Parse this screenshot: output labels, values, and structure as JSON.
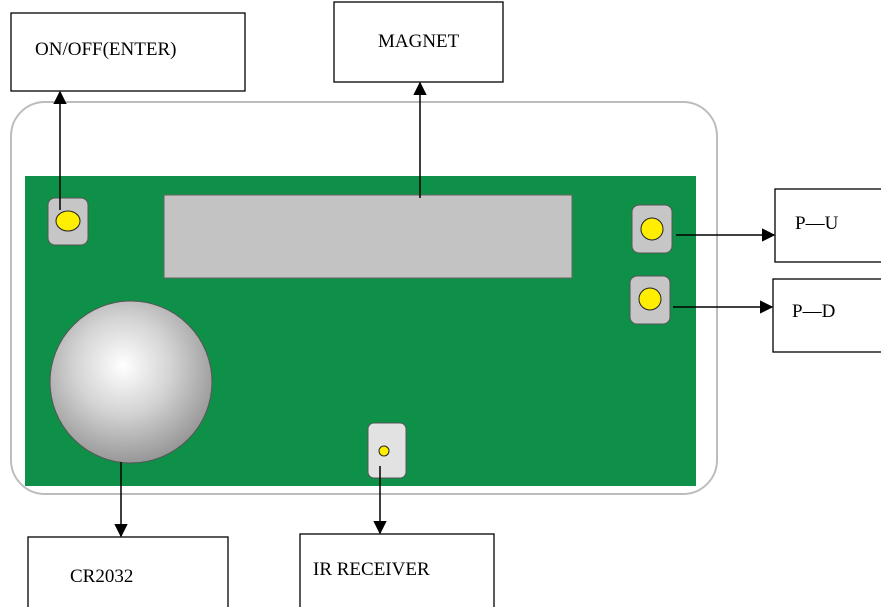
{
  "labels": {
    "on_off": "ON/OFF(ENTER)",
    "magnet": "MAGNET",
    "p_u": "P—U",
    "p_d": "P—D",
    "cr2032": "CR2032",
    "ir_receiver": "IR RECEIVER"
  },
  "colors": {
    "pcb_green": "#0f9048",
    "pad_gray": "#c6c6c6",
    "button_yellow": "#ffee00",
    "enclosure_border": "#bdbdbd",
    "magnet_gray": "#c3c3c3"
  }
}
